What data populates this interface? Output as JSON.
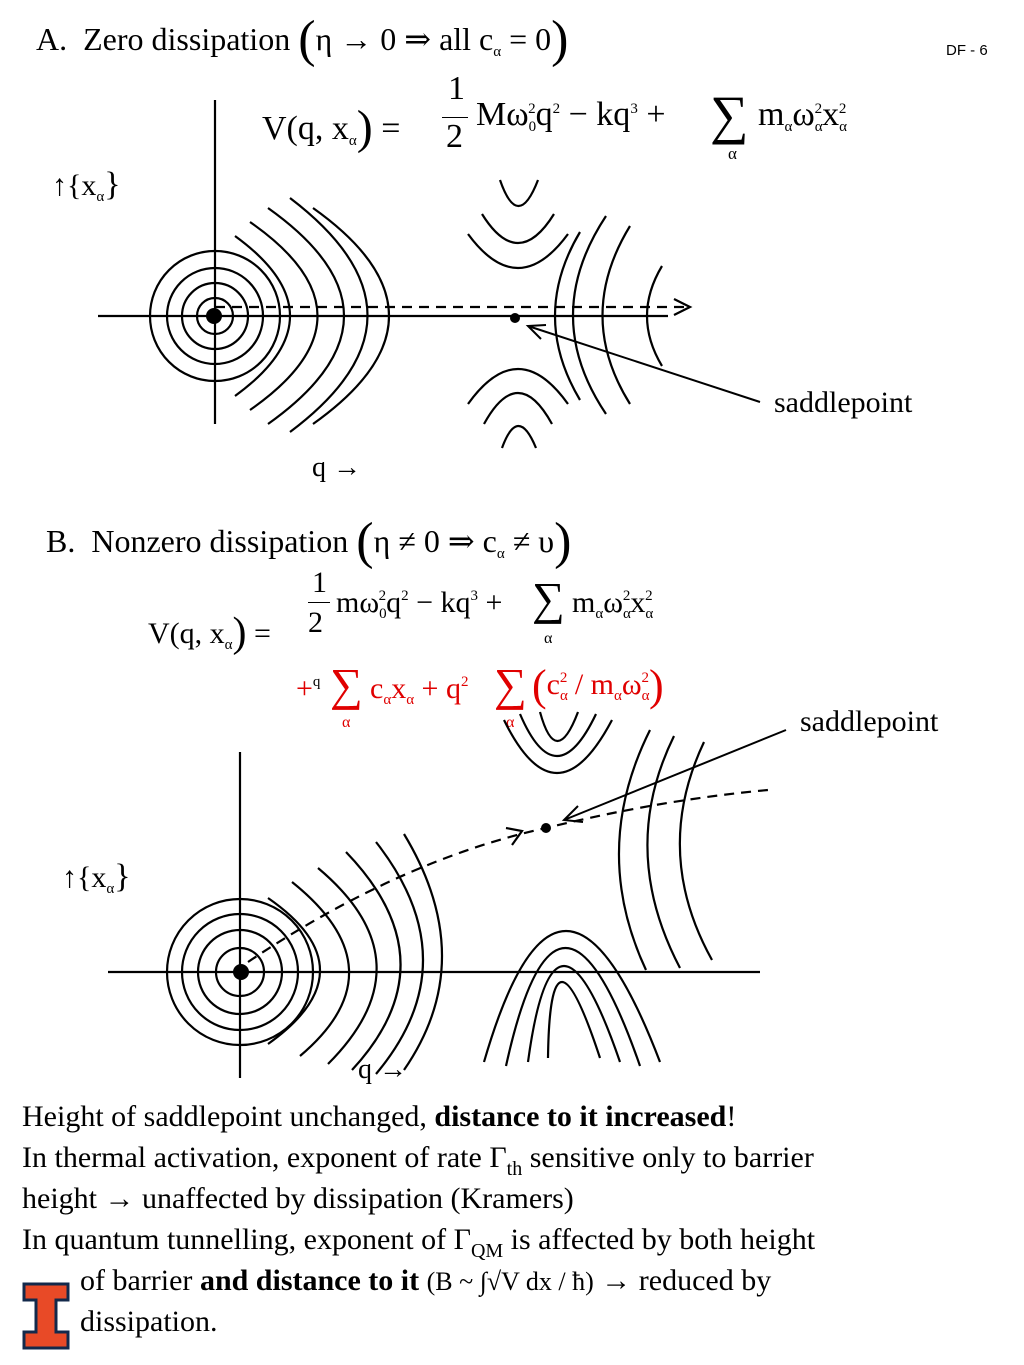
{
  "slide_id": "DF - 6",
  "section_a": {
    "letter": "A.",
    "title": "Zero dissipation",
    "condition": "η → 0 ⇒ all c",
    "condition_sub": "α",
    "condition_tail": "= 0",
    "formula_lhs": "V(q, x",
    "formula_lhs_sub": "α",
    "formula_rhs": "= ½ Mω₀²q² − kq³ + Σ mαωα²xα²",
    "yaxis_label": "↑{x",
    "yaxis_label_sub": "α",
    "xaxis_label": "q →",
    "callout": "saddlepoint"
  },
  "section_b": {
    "letter": "B.",
    "title": "Nonzero dissipation",
    "condition": "η ≠ 0 ⇒  c",
    "condition_sub": "α",
    "condition_tail": "≠ υ",
    "formula_lhs": "V(q, x",
    "formula_lhs_sub": "α",
    "formula_line1": "½ mω₀²q² − kq³ + Σ mαωα²xα²",
    "formula_line2": "+q Σ cαxα + q² Σ (cα² / mαωα²)",
    "yaxis_label": "↑{x",
    "yaxis_label_sub": "α",
    "xaxis_label": "q →",
    "callout": "saddlepoint"
  },
  "body_text": {
    "l1_a": "Height of saddlepoint unchanged, ",
    "l1_b": "distance to it increased",
    "l1_c": "!",
    "l2_a": "In thermal activation, exponent of rate Γ",
    "l2_sub": "th",
    "l2_b": " sensitive only to barrier",
    "l3": "height → unaffected by dissipation (Kramers)",
    "l4_a": "In quantum tunnelling, exponent of Γ",
    "l4_sub": "QM",
    "l4_b": " is affected by both height",
    "l5_a": "of barrier ",
    "l5_b": "and distance to it",
    "l5_formula": "(B ~ ∫√V dx / ħ)",
    "l5_c": "→ reduced by",
    "l6": "dissipation."
  },
  "colors": {
    "accent_red": "#e00000",
    "logo_orange": "#e84a27",
    "logo_navy": "#13294b"
  },
  "icons": [
    "illinois-block-i-logo"
  ]
}
